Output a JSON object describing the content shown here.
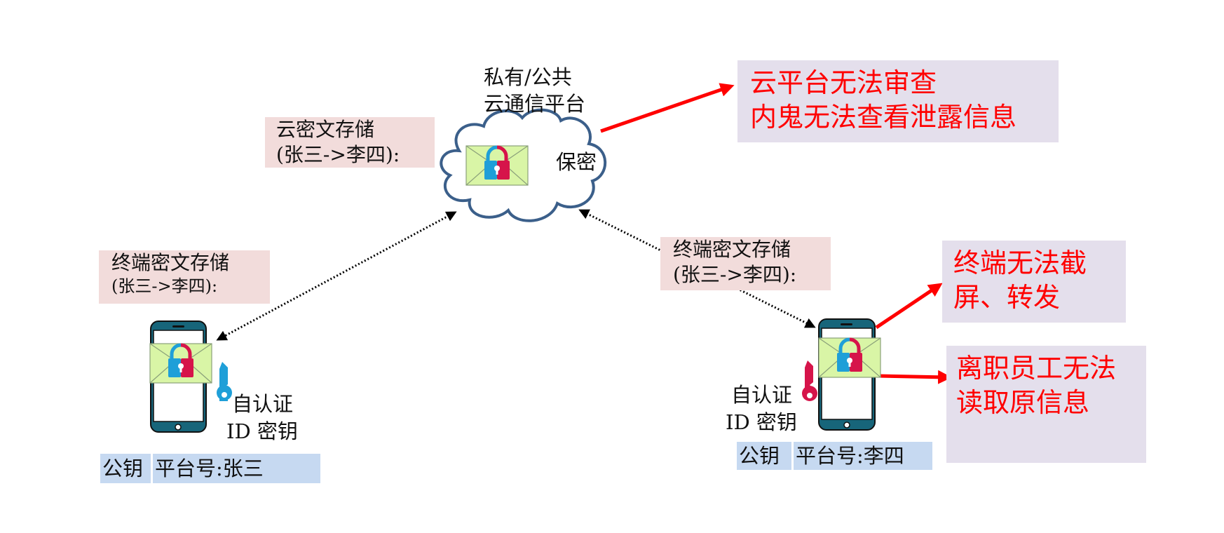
{
  "cloud": {
    "title_line1": "私有/公共",
    "title_line2": "云通信平台",
    "secret_label": "保密",
    "storage_line1": "云密文存储",
    "storage_line2": "(张三->李四):"
  },
  "left_terminal": {
    "storage_line1": "终端密文存储",
    "storage_line2": "(张三->李四):",
    "key_line1": "自认证",
    "key_line2": "ID 密钥",
    "pubkey_label": "公钥",
    "platform_label": "平台号:张三",
    "key_color": "#1f9fd8"
  },
  "right_terminal": {
    "storage_line1": "终端密文存储",
    "storage_line2": "(张三->李四):",
    "key_line1": "自认证",
    "key_line2": "ID 密钥",
    "pubkey_label": "公钥",
    "platform_label": "平台号:李四",
    "key_color": "#d6144a"
  },
  "callouts": {
    "cloud_line1": "云平台无法审查",
    "cloud_line2": "内鬼无法查看泄露信息",
    "screen_line1": "终端无法截",
    "screen_line2": "屏、转发",
    "staff_line1": "离职员工无法",
    "staff_line2": "读取原信息"
  },
  "colors": {
    "arrow_red": "#ff0000",
    "cloud_stroke": "#3b5f8a",
    "phone_teal": "#17657a",
    "envelope_fill": "#d9f5a6",
    "lock_blue": "#1f9fd8",
    "lock_red": "#d6144a"
  }
}
